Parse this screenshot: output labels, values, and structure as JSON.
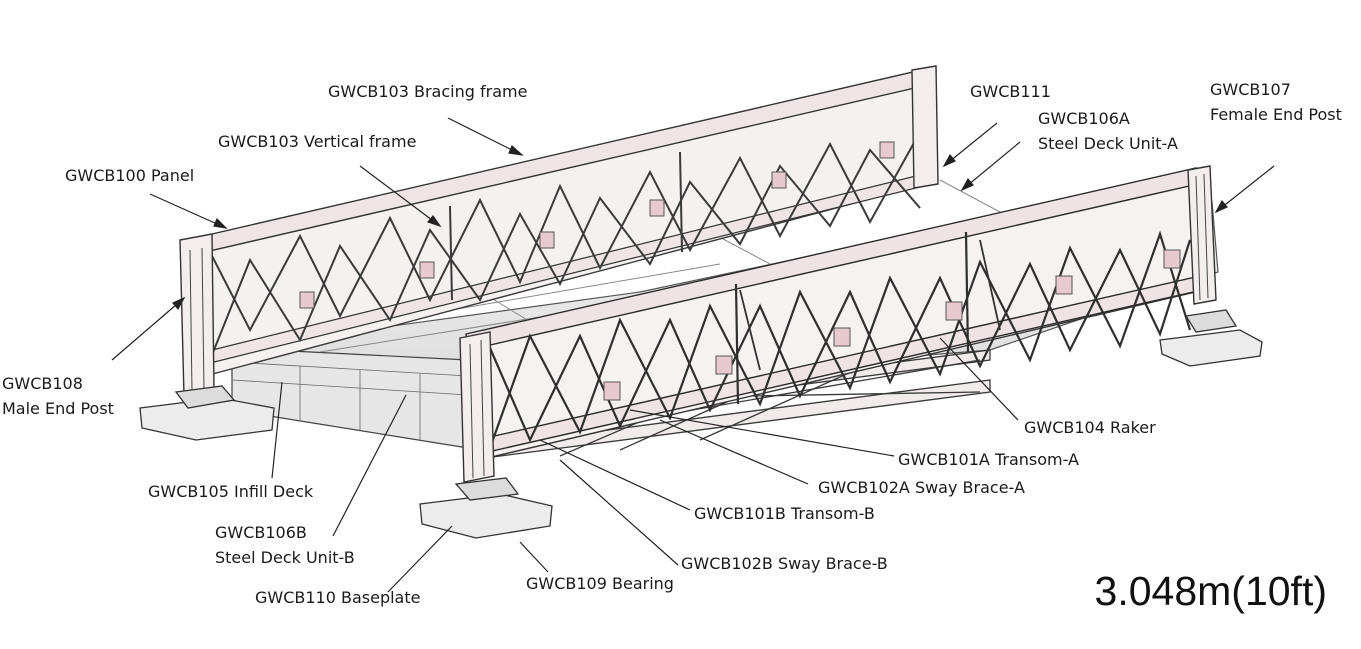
{
  "labels": {
    "bracing_frame": "GWCB103 Bracing frame",
    "vertical_frame": "GWCB103 Vertical frame",
    "panel": "GWCB100 Panel",
    "gwcb111": "GWCB111",
    "steel_deck_a_code": "GWCB106A",
    "steel_deck_a_name": "Steel Deck Unit-A",
    "female_end_post_code": "GWCB107",
    "female_end_post_name": "Female End Post",
    "male_end_post_code": "GWCB108",
    "male_end_post_name": "Male End Post",
    "raker": "GWCB104 Raker",
    "transom_a": "GWCB101A  Transom-A",
    "sway_brace_a": "GWCB102A  Sway Brace-A",
    "transom_b": "GWCB101B  Transom-B",
    "infill_deck": "GWCB105  Infill Deck",
    "steel_deck_b_code": "GWCB106B",
    "steel_deck_b_name": "Steel Deck Unit-B",
    "sway_brace_b": "GWCB102B Sway Brace-B",
    "bearing": "GWCB109 Bearing",
    "baseplate": "GWCB110 Baseplate"
  },
  "span_dimension": "3.048m(10ft)",
  "colors": {
    "frame_fill": "#f4eeee",
    "frame_stroke": "#3a3a3a",
    "deck_fill": "#ebebeb",
    "leader": "#222222"
  }
}
